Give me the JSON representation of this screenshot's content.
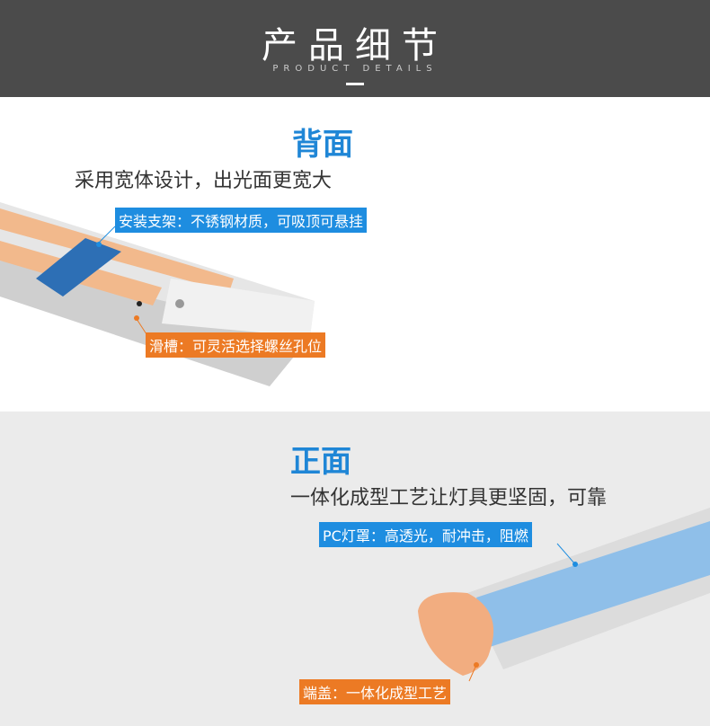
{
  "header": {
    "title": "产品细节",
    "subtitle": "PRODUCT DETAILS"
  },
  "back": {
    "heading": "背面",
    "description": "采用宽体设计，出光面更宽大",
    "label_bracket": "安装支架：不锈钢材质，可吸顶可悬挂",
    "label_slot": "滑槽：可灵活选择螺丝孔位"
  },
  "front": {
    "heading": "正面",
    "description": "一体化成型工艺让灯具更坚固，可靠",
    "label_cover": "PC灯罩：高透光，耐冲击，阻燃",
    "label_endcap": "端盖：一体化成型工艺"
  },
  "colors": {
    "accent_blue": "#1e8de0",
    "accent_orange": "#ec7a24",
    "header_bg": "#4b4b4b"
  }
}
